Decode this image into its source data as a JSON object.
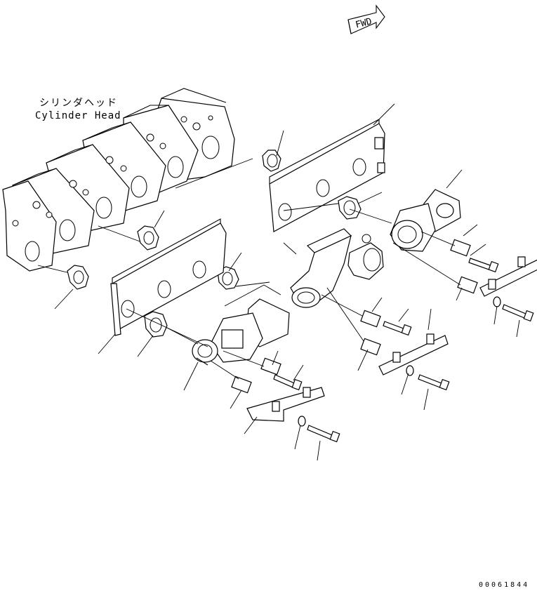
{
  "labels": {
    "cylinder_head_jp": "シリンダヘッド",
    "cylinder_head_en": "Cylinder Head",
    "fwd_arrow": "FWD",
    "drawing_number": "00061844"
  },
  "colors": {
    "line": "#000000",
    "background": "#ffffff"
  }
}
